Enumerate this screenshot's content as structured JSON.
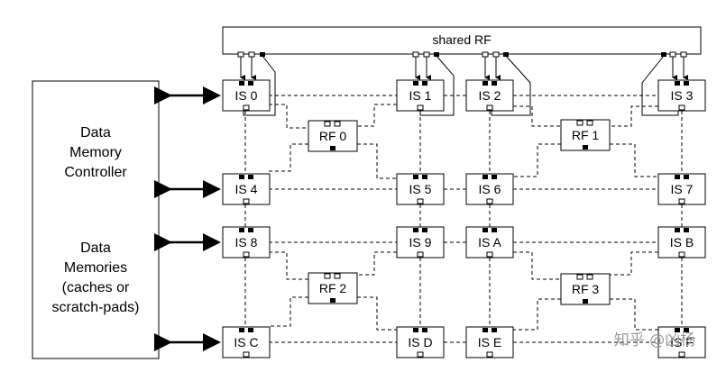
{
  "shared_rf": {
    "label": "shared RF"
  },
  "controller": {
    "line1": "Data",
    "line2": "Memory",
    "line3": "Controller",
    "line4": "Data",
    "line5": "Memories",
    "line6": "(caches or",
    "line7": "scratch-pads)"
  },
  "issue_slots": {
    "is0": "IS 0",
    "is1": "IS 1",
    "is2": "IS 2",
    "is3": "IS 3",
    "is4": "IS 4",
    "is5": "IS 5",
    "is6": "IS 6",
    "is7": "IS 7",
    "is8": "IS 8",
    "is9": "IS 9",
    "isA": "IS A",
    "isB": "IS B",
    "isC": "IS C",
    "isD": "IS D",
    "isE": "IS E",
    "isF": "IS F"
  },
  "register_files": {
    "rf0": "RF 0",
    "rf1": "RF 1",
    "rf2": "RF 2",
    "rf3": "RF 3"
  },
  "watermark": "知乎 @凶杨"
}
